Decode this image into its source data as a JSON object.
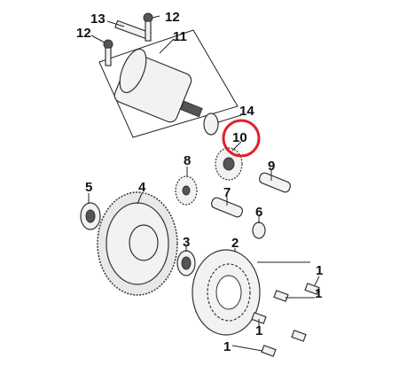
{
  "diagram": {
    "callouts": [
      {
        "id": "c13",
        "label": "13"
      },
      {
        "id": "c12a",
        "label": "12"
      },
      {
        "id": "c12b",
        "label": "12"
      },
      {
        "id": "c11",
        "label": "11"
      },
      {
        "id": "c14",
        "label": "14"
      },
      {
        "id": "c10",
        "label": "10"
      },
      {
        "id": "c8",
        "label": "8"
      },
      {
        "id": "c9",
        "label": "9"
      },
      {
        "id": "c5",
        "label": "5"
      },
      {
        "id": "c4",
        "label": "4"
      },
      {
        "id": "c7",
        "label": "7"
      },
      {
        "id": "c6",
        "label": "6"
      },
      {
        "id": "c3",
        "label": "3"
      },
      {
        "id": "c2",
        "label": "2"
      },
      {
        "id": "c1a",
        "label": "1"
      },
      {
        "id": "c1b",
        "label": "1"
      },
      {
        "id": "c1c",
        "label": "1"
      },
      {
        "id": "c1d",
        "label": "1"
      }
    ],
    "highlight_color": "#e0202a"
  }
}
